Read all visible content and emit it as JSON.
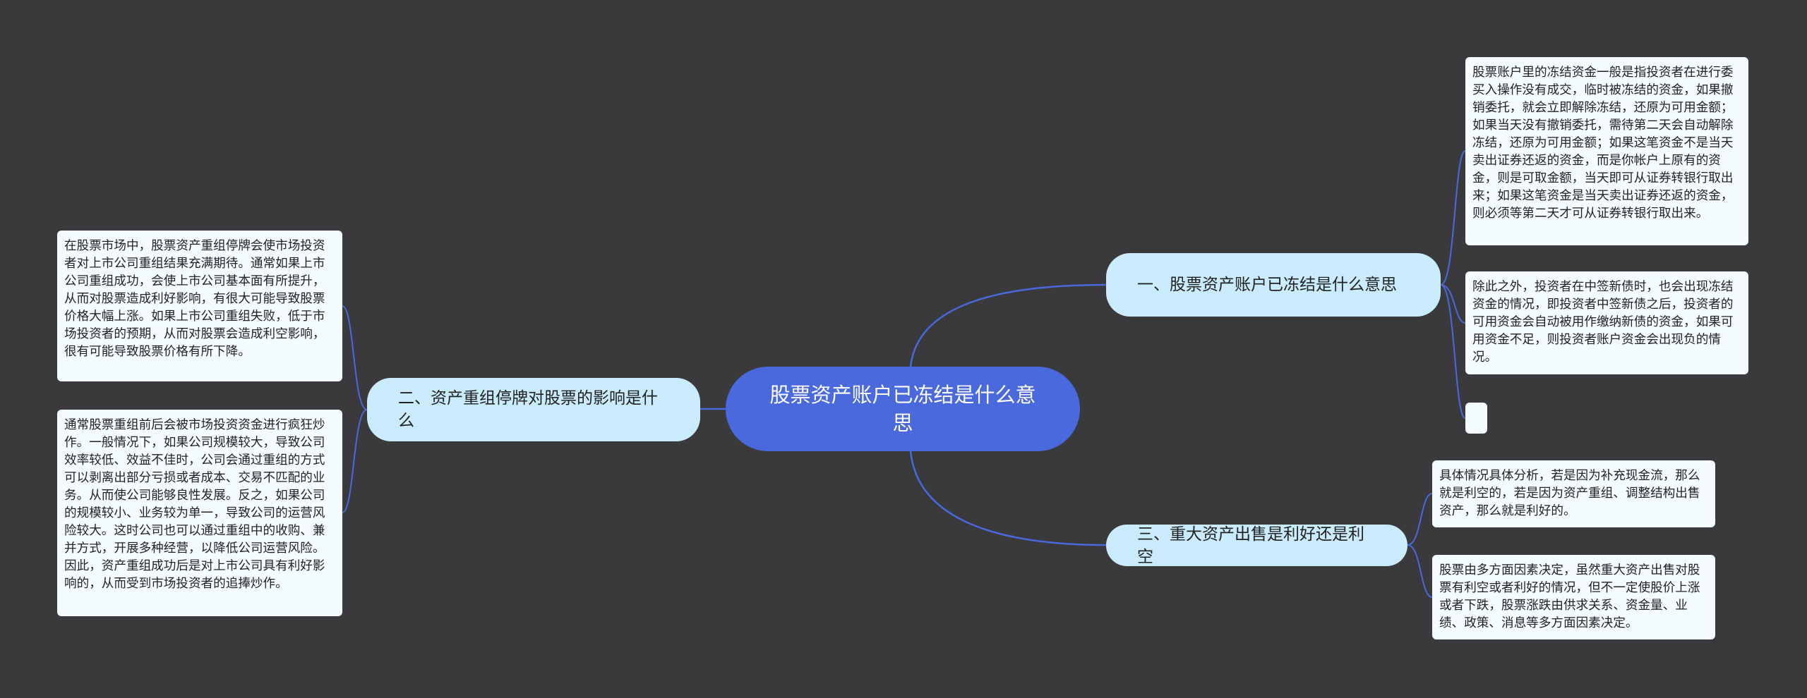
{
  "mindmap": {
    "root": {
      "label": "股票资产账户已冻结是什么意思"
    },
    "branches": [
      {
        "label": "一、股票资产账户已冻结是什么意思",
        "leaves": [
          "股票账户里的冻结资金一般是指投资者在进行委买入操作没有成交，临时被冻结的资金，如果撤销委托，就会立即解除冻结，还原为可用金额；如果当天没有撤销委托，需待第二天会自动解除冻结，还原为可用金额；如果这笔资金不是当天卖出证券还返的资金，而是你帐户上原有的资金，则是可取金额，当天即可从证券转银行取出来；如果这笔资金是当天卖出证券还返的资金，则必须等第二天才可从证券转银行取出来。",
          "除此之外，投资者在中签新债时，也会出现冻结资金的情况，即投资者中签新债之后，投资者的可用资金会自动被用作缴纳新债的资金，如果可用资金不足，则投资者账户资金会出现负的情况。",
          ""
        ]
      },
      {
        "label": "二、资产重组停牌对股票的影响是什么",
        "leaves": [
          "在股票市场中，股票资产重组停牌会使市场投资者对上市公司重组结果充满期待。通常如果上市公司重组成功，会使上市公司基本面有所提升，从而对股票造成利好影响，有很大可能导致股票价格大幅上涨。如果上市公司重组失败，低于市场投资者的预期，从而对股票会造成利空影响，很有可能导致股票价格有所下降。",
          "通常股票重组前后会被市场投资资金进行疯狂炒作。一般情况下，如果公司规模较大，导致公司效率较低、效益不佳时，公司会通过重组的方式可以剥离出部分亏损或者成本、交易不匹配的业务。从而使公司能够良性发展。反之，如果公司的规模较小、业务较为单一，导致公司的运营风险较大。这时公司也可以通过重组中的收购、兼并方式，开展多种经营，以降低公司运营风险。因此，资产重组成功后是对上市公司具有利好影响的，从而受到市场投资者的追捧炒作。"
        ]
      },
      {
        "label": "三、重大资产出售是利好还是利空",
        "leaves": [
          "具体情况具体分析，若是因为补充现金流，那么就是利空的，若是因为资产重组、调整结构出售资产，那么就是利好的。",
          "股票由多方面因素决定，虽然重大资产出售对股票有利空或者利好的情况，但不一定使股价上涨或者下跌，股票涨跌由供求关系、资金量、业绩、政策、消息等多方面因素决定。"
        ]
      }
    ]
  },
  "colors": {
    "background": "#3a393b",
    "root_fill": "#4a69dc",
    "branch_fill": "#c9ebfb",
    "leaf_fill": "#f4fcff",
    "connector": "#4a69dc"
  }
}
